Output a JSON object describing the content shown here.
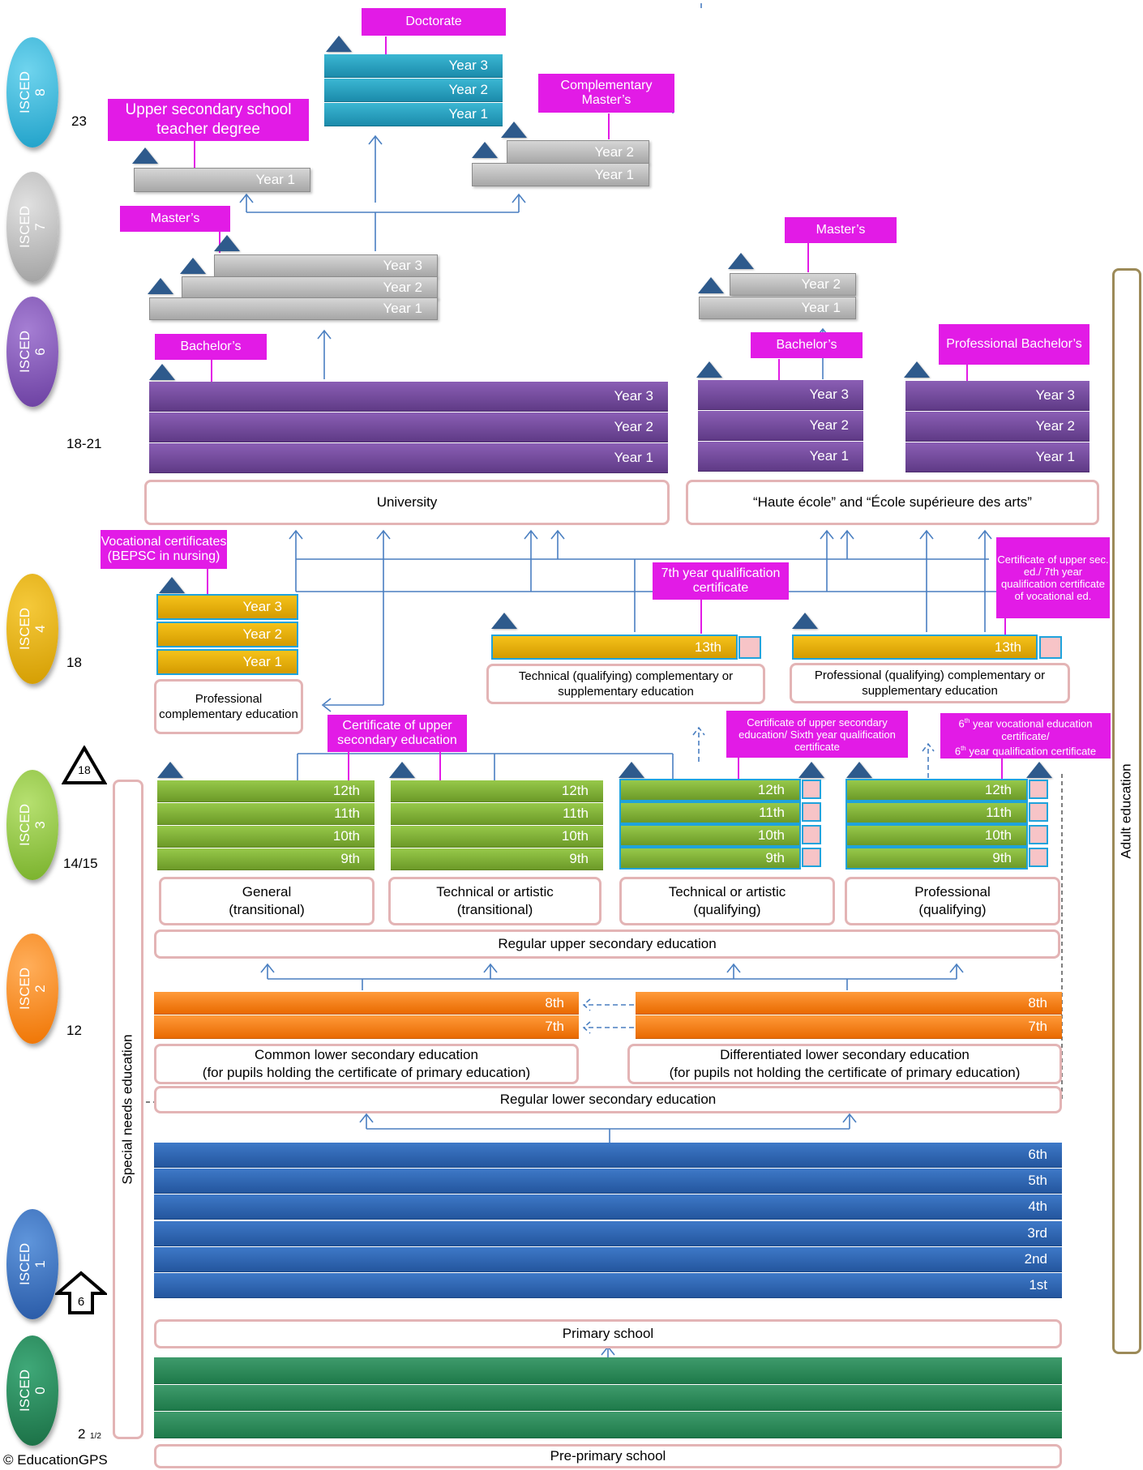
{
  "isced": [
    {
      "label": "ISCED\n8",
      "color": "#34b8da"
    },
    {
      "label": "ISCED\n7",
      "color": "#b9b9b9"
    },
    {
      "label": "ISCED\n6",
      "color": "#7c4fb0"
    },
    {
      "label": "ISCED\n4",
      "color": "#e0a800"
    },
    {
      "label": "ISCED\n3",
      "color": "#8dc63f"
    },
    {
      "label": "ISCED\n2",
      "color": "#f7851e"
    },
    {
      "label": "ISCED\n1",
      "color": "#2f66b3"
    },
    {
      "label": "ISCED\n0",
      "color": "#1f7a4d"
    }
  ],
  "ages": [
    "23",
    "18-21",
    "18",
    "14/15",
    "12",
    "2",
    "1/2"
  ],
  "age_marks": {
    "triangle": "18",
    "arrow": "6"
  },
  "credentials": {
    "doctorate": "Doctorate",
    "upper_sec_teacher": "Upper secondary school teacher degree",
    "complementary_masters": "Complementary Master’s",
    "masters_univ": "Master’s",
    "masters_he": "Master’s",
    "bachelors_univ": "Bachelor’s",
    "bachelors_he": "Bachelor’s",
    "prof_bachelors": "Professional Bachelor’s",
    "vocational_cert": "Vocational certificates (BEPSC in nursing)",
    "seventh_year_cert": "7th year qualification certificate",
    "upper_sec_vocational_cert": "Certificate of upper sec. ed./ 7th year qualification certificate of vocational ed.",
    "upper_sec_cert": "Certificate of upper secondary education",
    "upper_sec_sixth_cert": "Certificate of upper secondary education/ Sixth year qualification certificate",
    "sixth_vocational_cert_a": "6",
    "sixth_vocational_cert_sup": "th",
    "sixth_vocational_cert_b": " year vocational education certificate/",
    "sixth_vocational_cert_c": "6",
    "sixth_vocational_cert_sup2": "th",
    "sixth_vocational_cert_d": " year qualification certificate"
  },
  "years": {
    "y3": "Year 3",
    "y2": "Year 2",
    "y1": "Year 1",
    "y2s": "Year  2",
    "y1s": "Year  1",
    "y3s": "Year  3"
  },
  "grades": {
    "g13": "13th",
    "g12": "12th",
    "g11": "11th",
    "g10": "10th",
    "g9": "9th",
    "g8": "8th",
    "g7": "7th",
    "g6": "6th",
    "g5": "5th",
    "g4": "4th",
    "g3": "3rd",
    "g2": "2nd",
    "g1": "1st"
  },
  "institutions": {
    "university": "University",
    "haute_ecole": "“Haute école” and “École supérieure des arts”",
    "prof_complementary": "Professional complementary education",
    "tech_complementary": "Technical  (qualifying) complementary or supplementary education",
    "prof_qual_complementary": "Professional  (qualifying) complementary or supplementary education",
    "general": "General\n(transitional)",
    "tech_art_trans": "Technical or artistic\n(transitional)",
    "tech_art_qual": "Technical or artistic\n(qualifying)",
    "professional": "Professional\n(qualifying)",
    "regular_upper": "Regular upper secondary education",
    "common_lower": "Common lower secondary education\n(for pupils holding the certificate of primary education)",
    "diff_lower": "Differentiated lower secondary education\n(for pupils not holding the certificate of primary education)",
    "regular_lower": "Regular lower secondary education",
    "primary": "Primary school",
    "preprimary": "Pre-primary school"
  },
  "side": {
    "special_needs": "Special needs education",
    "adult": "Adult  education"
  },
  "copyright": "© EducationGPS"
}
